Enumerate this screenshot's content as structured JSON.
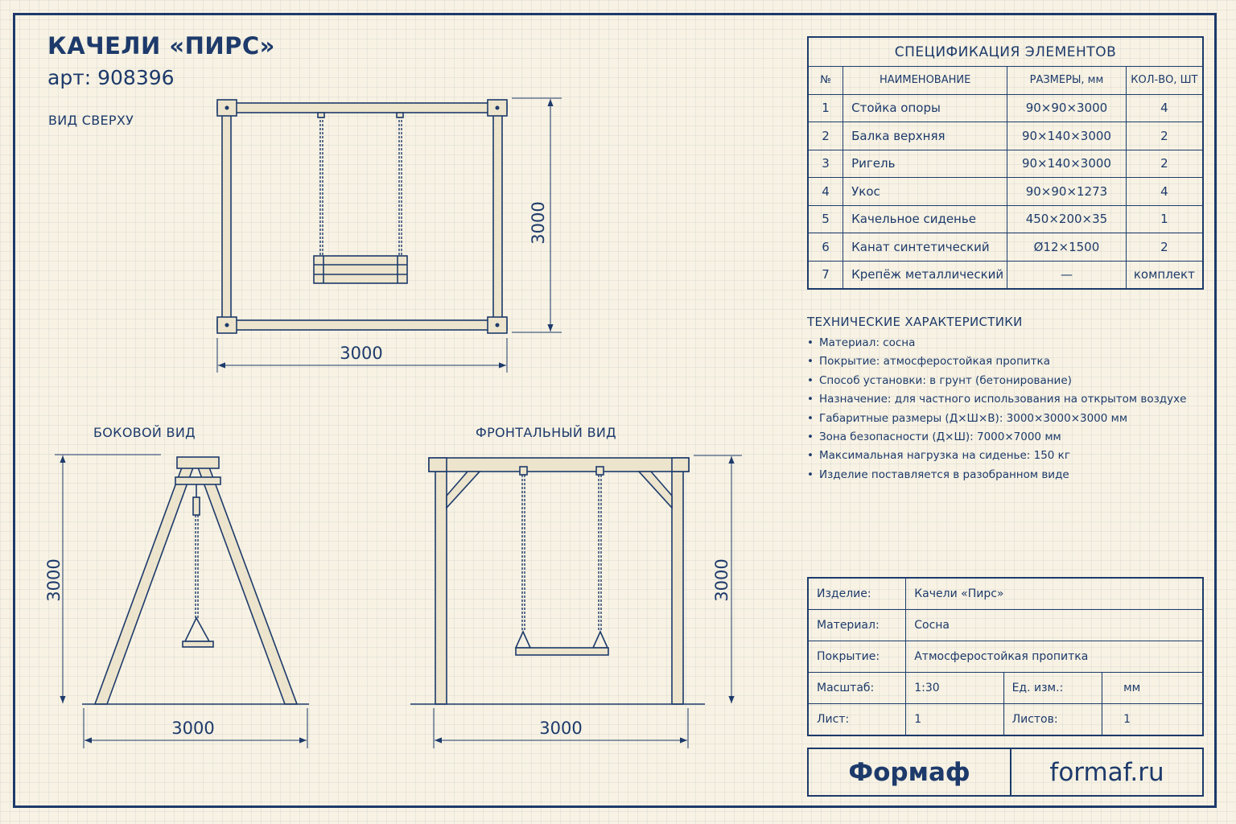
{
  "header": {
    "title": "КАЧЕЛИ «ПИРС»",
    "article": "арт: 908396"
  },
  "views": {
    "top": {
      "label": "ВИД СВЕРХУ",
      "dim_width": "3000",
      "dim_depth": "3000"
    },
    "side": {
      "label": "БОКОВОЙ ВИД",
      "dim_width": "3000",
      "dim_height": "3000"
    },
    "front": {
      "label": "ФРОНТАЛЬНЫЙ ВИД",
      "dim_width": "3000",
      "dim_height": "3000"
    }
  },
  "spec": {
    "caption": "СПЕЦИФИКАЦИЯ ЭЛЕМЕНТОВ",
    "headers": [
      "№",
      "НАИМЕНОВАНИЕ",
      "РАЗМЕРЫ, мм",
      "КОЛ-ВО, ШТ"
    ],
    "rows": [
      {
        "num": "1",
        "name": "Стойка опоры",
        "size": "90×90×3000",
        "qty": "4"
      },
      {
        "num": "2",
        "name": "Балка верхняя",
        "size": "90×140×3000",
        "qty": "2"
      },
      {
        "num": "3",
        "name": "Ригель",
        "size": "90×140×3000",
        "qty": "2"
      },
      {
        "num": "4",
        "name": "Укос",
        "size": "90×90×1273",
        "qty": "4"
      },
      {
        "num": "5",
        "name": "Качельное сиденье",
        "size": "450×200×35",
        "qty": "1"
      },
      {
        "num": "6",
        "name": "Канат синтетический",
        "size": "Ø12×1500",
        "qty": "2"
      },
      {
        "num": "7",
        "name": "Крепёж металлический",
        "size": "—",
        "qty": "комплект"
      }
    ]
  },
  "tech": {
    "title": "ТЕХНИЧЕСКИЕ ХАРАКТЕРИСТИКИ",
    "items": [
      "Материал: сосна",
      "Покрытие: атмосферостойкая пропитка",
      "Способ установки: в грунт (бетонирование)",
      "Назначение: для частного использования на открытом воздухе",
      "Габаритные размеры (Д×Ш×В): 3000×3000×3000 мм",
      "Зона безопасности (Д×Ш): 7000×7000 мм",
      "Максимальная нагрузка на сиденье: 150 кг",
      "Изделие поставляется в разобранном виде"
    ]
  },
  "stamp": {
    "product_label": "Изделие:",
    "product": "Качели «Пирс»",
    "material_label": "Материал:",
    "material": "Сосна",
    "coating_label": "Покрытие:",
    "coating": "Атмосферостойкая пропитка",
    "scale_label": "Масштаб:",
    "scale": "1:30",
    "unit_label": "Ед. изм.:",
    "unit": "мм",
    "sheet_label": "Лист:",
    "sheet": "1",
    "sheets_label": "Листов:",
    "sheets": "1"
  },
  "brand": {
    "name": "Формаф",
    "site": "formaf.ru"
  },
  "colors": {
    "ink": "#1d3a6b",
    "paper": "#f7f2e3",
    "wood": "#ece4cc"
  }
}
